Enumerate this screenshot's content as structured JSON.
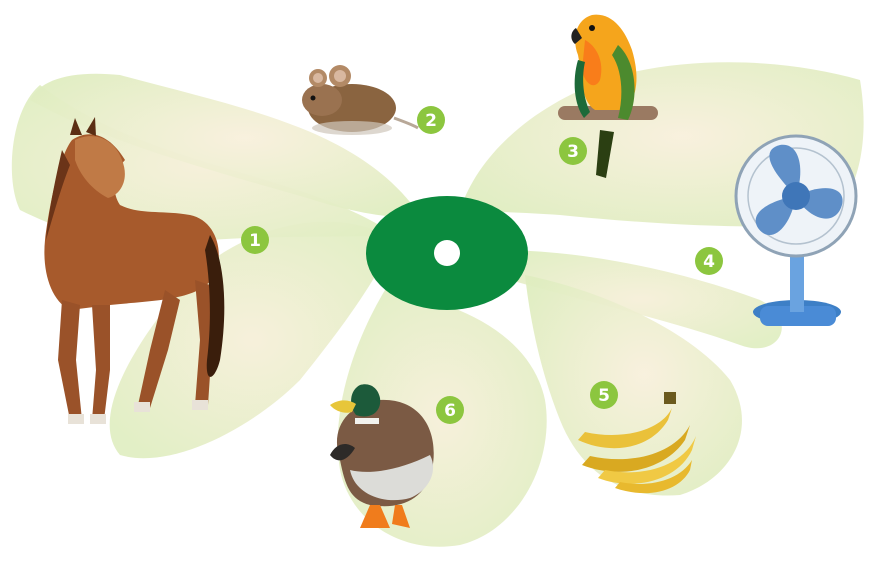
{
  "colors": {
    "petal_fill": "#e3efc6",
    "petal_glow": "#f5f0d8",
    "center_disc": "#0b8a3e",
    "center_hole": "#ffffff",
    "number_badge": "#8cc63f",
    "number_text": "#ffffff"
  },
  "items": [
    {
      "number": "1",
      "icon": "horse-icon"
    },
    {
      "number": "2",
      "icon": "mouse-icon"
    },
    {
      "number": "3",
      "icon": "parrot-icon"
    },
    {
      "number": "4",
      "icon": "electric-fan-icon"
    },
    {
      "number": "5",
      "icon": "bananas-icon"
    },
    {
      "number": "6",
      "icon": "duck-icon"
    }
  ]
}
